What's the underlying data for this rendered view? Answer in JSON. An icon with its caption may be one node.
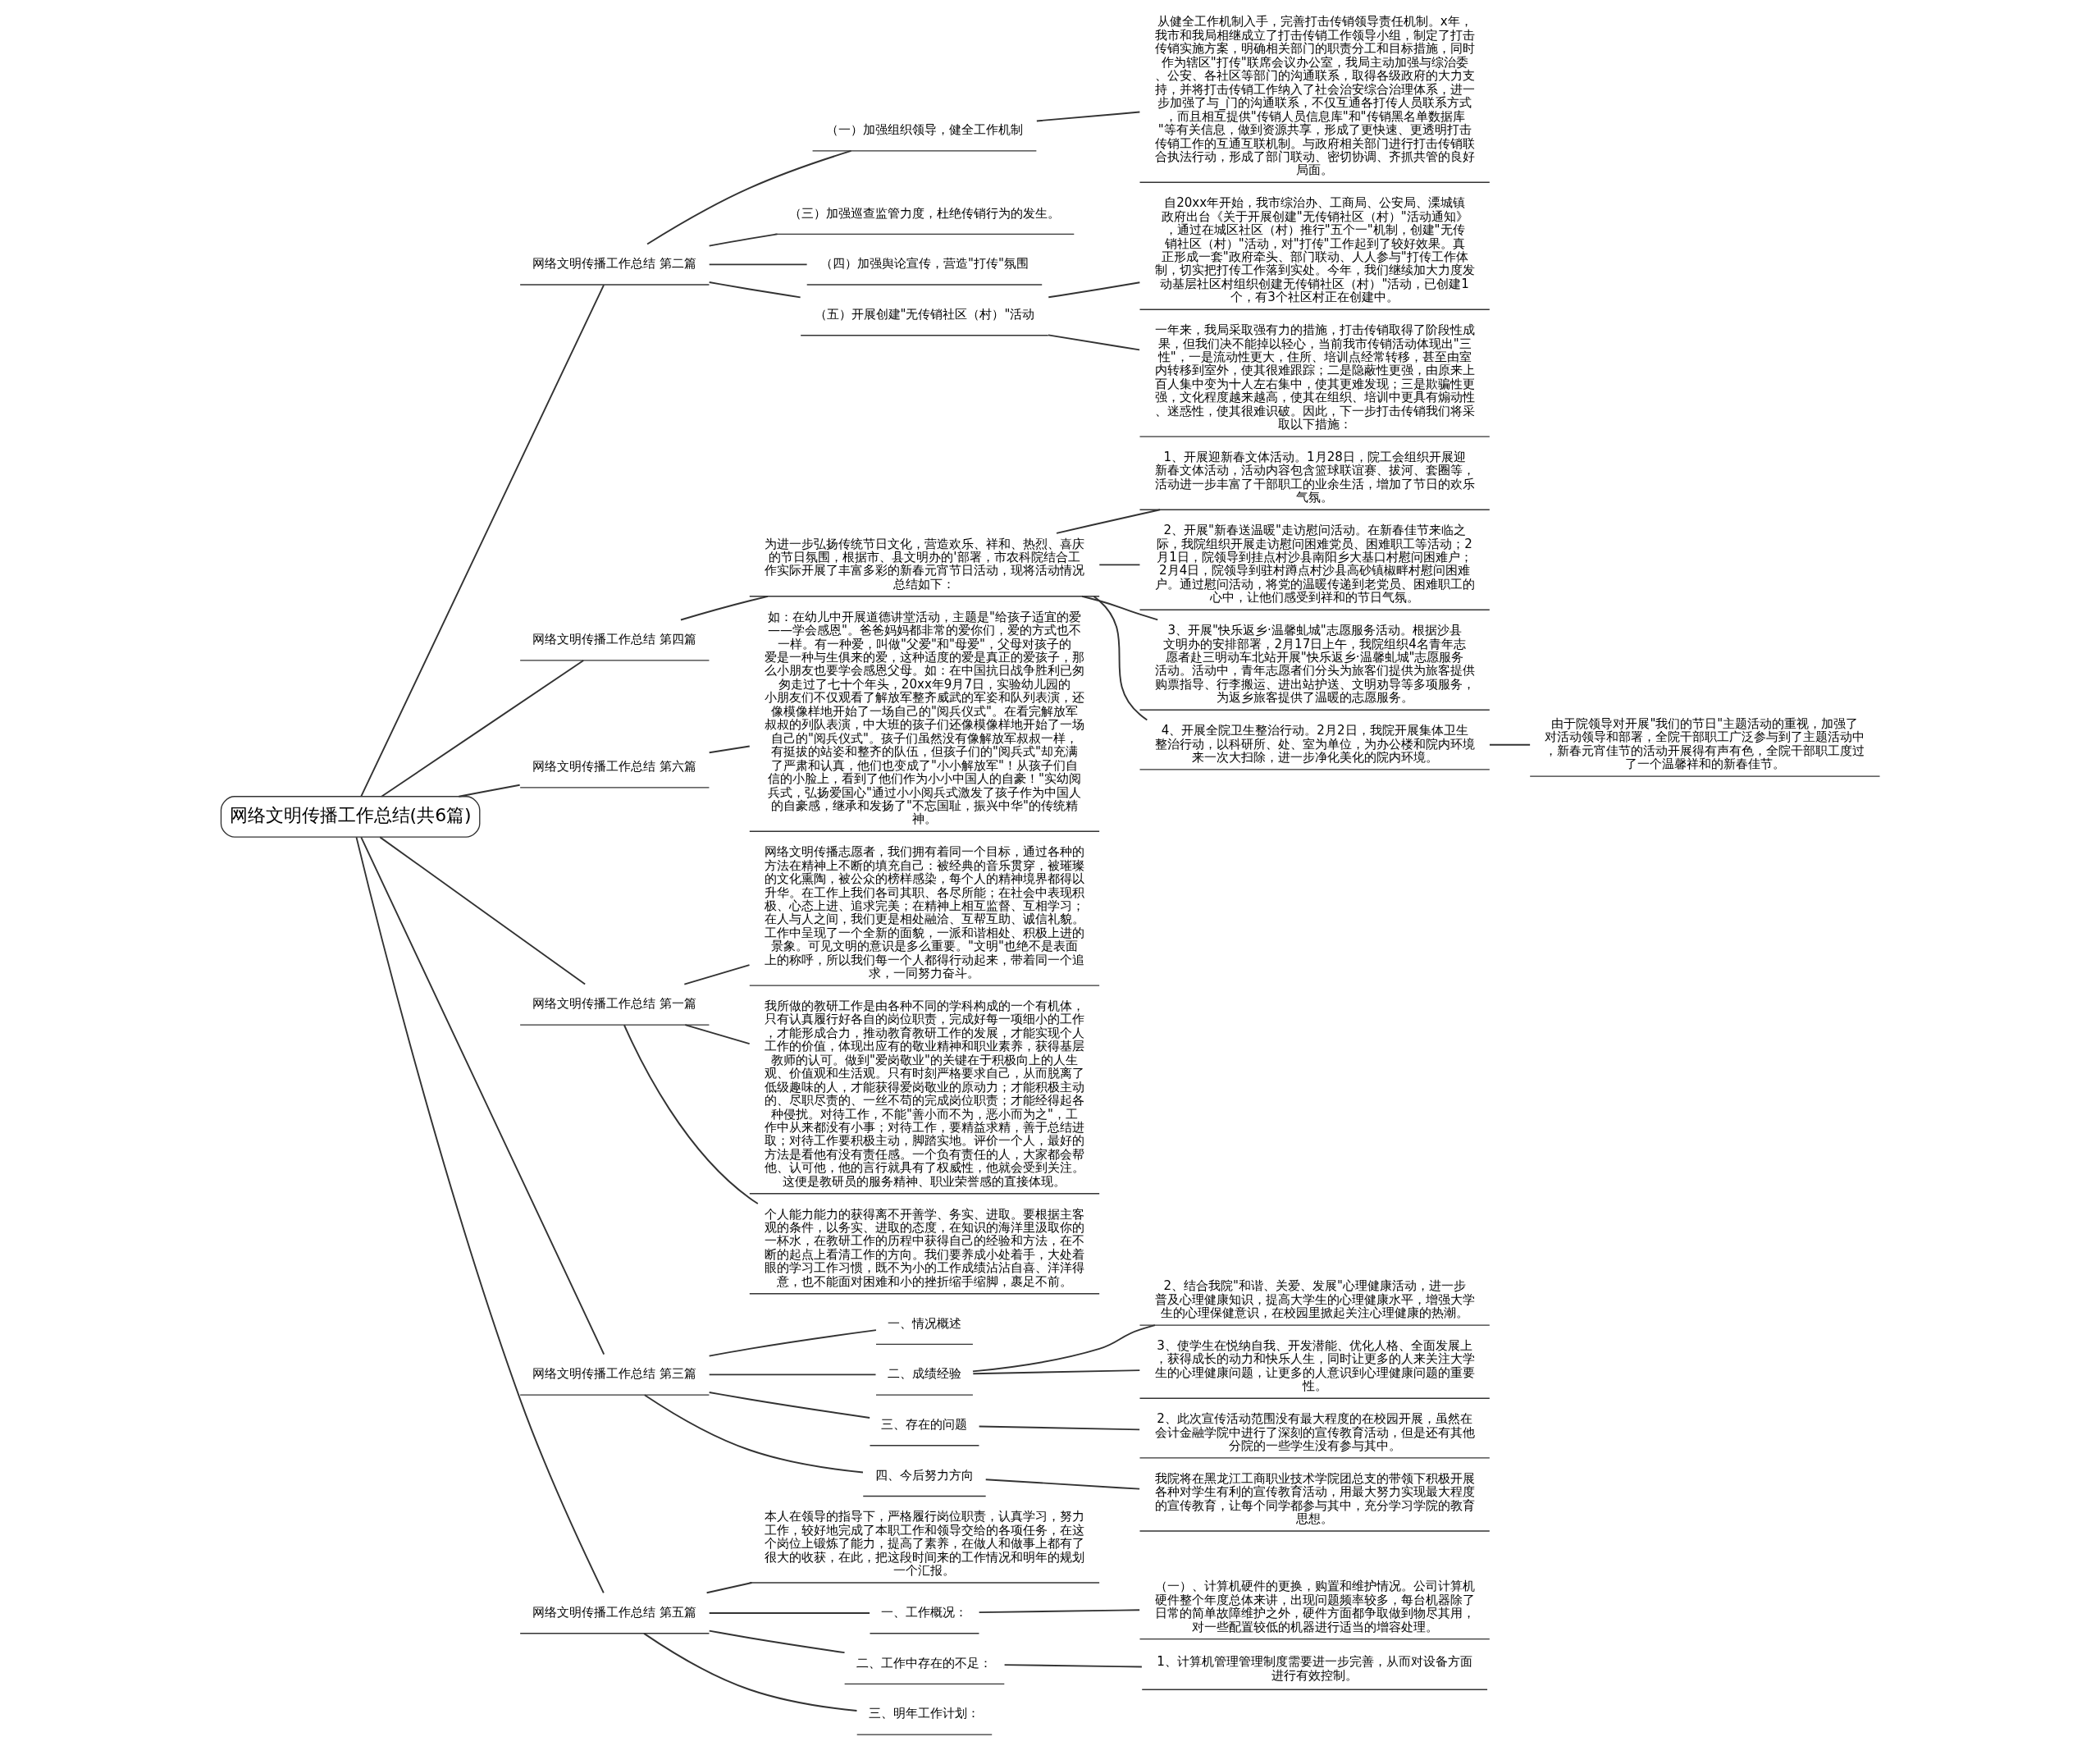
{
  "diagram": {
    "nodes": [
      {
        "text": [
          "网络文明传播工作总结(共6篇)"
        ]
      },
      {
        "text": [
          "网络文明传播工作总结 第二篇"
        ]
      },
      {
        "text": [
          "（一）加强组织领导，健全工作机制"
        ]
      },
      {
        "text": [
          "从健全工作机制入手，完善打击传销领导责任机制。x年，我市和我局相继成立了打击传销工作领导小组，制定了打击传销实施方案，明确相关部门的职责分工和目标措施，同时作为辖区\"打传\"联席会议办公室，我局主动加强与综治委、公安、各社区等部门的沟通联系，取得各级政府的大力支持，并将打击传销工作纳入了社会治安综合治理体系，进一步加强了与_门的沟通联系，不仅互通各打传人员联系方式，而且相互提供\"传销人员信息库\"和\"传销黑名单数据库\"等有关信息，做到资源共享，形成了更快速、更透明打击传销工作的互通互联机制。与政府相关部门进行打击传销联合执法行动，形成了部门联动、密切协调、齐抓共管的良好局面。"
        ]
      },
      {
        "text": [
          "（三）加强巡查监管力度，杜绝传销行为的发生。"
        ]
      },
      {
        "text": [
          "（四）加强舆论宣传，营造\"打传\"氛围"
        ]
      },
      {
        "text": [
          "（五）开展创建\"无传销社区（村）\"活动"
        ]
      },
      {
        "text": [
          "自20xx年开始，我市综治办、工商局、公安局、溧城镇政府出台《关于开展创建\"无传销社区（村）\"活动通知》，通过在城区社区（村）推行\"五个一\"机制，创建\"无传销社区（村）\"活动，对\"打传\"工作起到了较好效果。真正形成一套\"政府牵头、部门联动、人人参与\"打传工作体制，切实把打传工作落到实处。今年，我们继续加大力度发动基层社区村组织创建无传销社区（村）\"活动，已创建1个，有3个社区村正在创建中。"
        ]
      },
      {
        "text": [
          "一年来，我局采取强有力的措施，打击传销取得了阶段性成果，但我们决不能掉以轻心，当前我市传销活动体现出\"三性\"，一是流动性更大，住所、培训点经常转移，甚至由室内转移到室外，使其很难跟踪；二是隐蔽性更强，由原来上百人集中变为十人左右集中，使其更难发现；三是欺骗性更强，文化程度越来越高，使其在组织、培训中更具有煽动性、迷惑性，使其很难识破。因此，下一步打击传销我们将采取以下措施："
        ]
      },
      {
        "text": [
          "网络文明传播工作总结 第四篇"
        ]
      },
      {
        "text": [
          "为进一步弘扬传统节日文化，营造欢乐、祥和、热烈、喜庆的节日氛围，根据市、县文明办的'部署，市农科院结合工作实际开展了丰富多彩的新春元宵节日活动，现将活动情况总结如下："
        ]
      },
      {
        "text": [
          "1、开展迎新春文体活动。1月28日，院工会组织开展迎新春文体活动，活动内容包含篮球联谊赛、拔河、套圈等，活动进一步丰富了干部职工的业余生活，增加了节日的欢乐气氛。"
        ]
      },
      {
        "text": [
          "2、开展\"新春送温暖\"走访慰问活动。在新春佳节来临之际，我院组织开展走访慰问困难党员、困难职工等活动；2月1日，院领导到挂点村沙县南阳乡大基口村慰问困难户；2月4日，院领导到驻村蹲点村沙县高砂镇椒畔村慰问困难户。通过慰问活动，将党的温暖传递到老党员、困难职工的心中，让他们感受到祥和的节日气氛。"
        ]
      },
      {
        "text": [
          "3、开展\"快乐返乡·温馨虬城\"志愿服务活动。根据沙县文明办的安排部署，2月17日上午，我院组织4名青年志愿者赴三明动车北站开展\"快乐返乡·温馨虬城\"志愿服务活动。活动中，青年志愿者们分头为旅客们提供为旅客提供购票指导、行李搬运、进出站护送、文明劝导等多项服务，为返乡旅客提供了温暖的志愿服务。"
        ]
      },
      {
        "text": [
          "4、开展全院卫生整治行动。2月2日，我院开展集体卫生整治行动，以科研所、处、室为单位，为办公楼和院内环境来一次大扫除，进一步净化美化的院内环境。"
        ]
      },
      {
        "text": [
          "由于院领导对开展\"我们的节日\"主题活动的重视，加强了对活动领导和部署，全院干部职工广泛参与到了主题活动中，新春元宵佳节的活动开展得有声有色，全院干部职工度过了一个温馨祥和的新春佳节。"
        ]
      },
      {
        "text": [
          "网络文明传播工作总结 第六篇"
        ]
      },
      {
        "text": [
          "如：在幼儿中开展道德讲堂活动，主题是\"给孩子适宜的爱——学会感恩\"。爸爸妈妈都非常的爱你们，爱的方式也不一样。有一种爱，叫做\"父爱\"和\"母爱\"，父母对孩子的爱是一种与生俱来的爱，这种适度的爱是真正的爱孩子，那么小朋友也要学会感恩父母。如：在中国抗日战争胜利已匆匆走过了七十个年头，20xx年9月7日，实验幼儿园的小朋友们不仅观看了解放军整齐威武的军姿和队列表演，还像模像样地开始了一场自己的\"阅兵仪式\"。在看完解放军叔叔的列队表演，中大班的孩子们还像模像样地开始了一场自己的\"阅兵仪式\"。孩子们虽然没有像解放军叔叔一样，有挺拔的站姿和整齐的队伍，但孩子们的\"阅兵式\"却充满了严肃和认真，他们也变成了\"小小解放军\"！从孩子们自信的小脸上，看到了他们作为小小中国人的自豪！\"实幼阅兵式，弘扬爱国心\"通过小小阅兵式激发了孩子作为中国人的自豪感，继承和发扬了\"不忘国耻，振兴中华\"的传统精神。"
        ]
      },
      {
        "text": [
          "网络文明传播工作总结 第一篇"
        ]
      },
      {
        "text": [
          "网络文明传播志愿者，我们拥有着同一个目标，通过各种的方法在精神上不断的填充自己：被经典的音乐贯穿，被璀璨的文化熏陶，被公众的榜样感染，每个人的精神境界都得以升华。在工作上我们各司其职、各尽所能；在社会中表现积极、心态上进、追求完美；在精神上相互监督、互相学习；在人与人之间，我们更是相处融洽、互帮互助、诚信礼貌。工作中呈现了一个全新的面貌，一派和谐相处、积极上进的景象。可见文明的意识是多么重要。\"文明\"也绝不是表面上的称呼，所以我们每一个人都得行动起来，带着同一个追求，一同努力奋斗。"
        ]
      },
      {
        "text": [
          "我所做的教研工作是由各种不同的学科构成的一个有机体，只有认真履行好各自的岗位职责，完成好每一项细小的工作，才能形成合力，推动教育教研工作的发展，才能实现个人工作的价值，体现出应有的敬业精神和职业素养，获得基层教师的认可。做到\"爱岗敬业\"的关键在于积极向上的人生观、价值观和生活观。只有时刻严格要求自己，从而脱离了低级趣味的人，才能获得爱岗敬业的原动力；才能积极主动的、尽职尽责的、一丝不苟的完成岗位职责；才能经得起各种侵扰。对待工作，不能\"善小而不为，恶小而为之\"，工作中从来都没有小事；对待工作，要精益求精，善于总结进取；对待工作要积极主动，脚踏实地。评价一个人，最好的方法是看他有没有责任感。一个负有责任的人，大家都会帮他、认可他，他的言行就具有了权威性，他就会受到关注。这便是教研员的服务精神、职业荣誉感的直接体现。"
        ]
      },
      {
        "text": [
          "个人能力能力的获得离不开善学、务实、进取。要根据主客观的条件，以务实、进取的态度，在知识的海洋里汲取你的一杯水，在教研工作的历程中获得自己的经验和方法，在不断的起点上看清工作的方向。我们要养成小处着手，大处着眼的学习工作习惯，既不为小的工作成绩沾沾自喜、洋洋得意，也不能面对困难和小的挫折缩手缩脚，裹足不前。"
        ]
      },
      {
        "text": [
          "网络文明传播工作总结 第三篇"
        ]
      },
      {
        "text": [
          "一、情况概述"
        ]
      },
      {
        "text": [
          "二、成绩经验"
        ]
      },
      {
        "text": [
          "2、结合我院\"和谐、关爱、发展\"心理健康活动，进一步普及心理健康知识，提高大学生的心理健康水平，增强大学生的心理保健意识，在校园里掀起关注心理健康的热潮。"
        ]
      },
      {
        "text": [
          "3、使学生在悦纳自我、开发潜能、优化人格、全面发展上，获得成长的动力和快乐人生，同时让更多的人来关注大学生的心理健康问题，让更多的人意识到心理健康问题的重要性。"
        ]
      },
      {
        "text": [
          "三、存在的问题"
        ]
      },
      {
        "text": [
          "2、此次宣传活动范围没有最大程度的在校园开展，虽然在会计金融学院中进行了深刻的宣传教育活动，但是还有其他分院的一些学生没有参与其中。"
        ]
      },
      {
        "text": [
          "四、今后努力方向"
        ]
      },
      {
        "text": [
          "我院将在黑龙江工商职业技术学院团总支的带领下积极开展各种对学生有利的宣传教育活动，用最大努力实现最大程度的宣传教育，让每个同学都参与其中，充分学习学院的教育思想。"
        ]
      },
      {
        "text": [
          "网络文明传播工作总结 第五篇"
        ]
      },
      {
        "text": [
          "本人在领导的指导下，严格履行岗位职责，认真学习，努力工作，较好地完成了本职工作和领导交给的各项任务，在这个岗位上锻炼了能力，提高了素养，在做人和做事上都有了很大的收获，在此，把这段时间来的工作情况和明年的规划一个汇报。"
        ]
      },
      {
        "text": [
          "一、工作概况："
        ]
      },
      {
        "text": [
          "（一）、计算机硬件的更换，购置和维护情况。公司计算机硬件整个年度总体来讲，出现问题频率较多，每台机器除了日常的简单故障维护之外，硬件方面都争取做到物尽其用，对一些配置较低的机器进行适当的增容处理。"
        ]
      },
      {
        "text": [
          "二、工作中存在的不足："
        ]
      },
      {
        "text": [
          "1、计算机管理管理制度需要进一步完善，从而对设备方面进行有效控制。"
        ]
      },
      {
        "text": [
          "三、明年工作计划："
        ]
      }
    ],
    "edges": [
      {
        "from": 0,
        "to": 1,
        "arrow": "none"
      },
      {
        "from": 1,
        "to": 2,
        "arrow": "none"
      },
      {
        "from": 2,
        "to": 3,
        "arrow": "none"
      },
      {
        "from": 1,
        "to": 4,
        "arrow": "none"
      },
      {
        "from": 1,
        "to": 5,
        "arrow": "none"
      },
      {
        "from": 1,
        "to": 6,
        "arrow": "none"
      },
      {
        "from": 6,
        "to": 7,
        "arrow": "none"
      },
      {
        "from": 6,
        "to": 8,
        "arrow": "none"
      },
      {
        "from": 0,
        "to": 9,
        "arrow": "none"
      },
      {
        "from": 9,
        "to": 10,
        "arrow": "none"
      },
      {
        "from": 10,
        "to": 11,
        "arrow": "none"
      },
      {
        "from": 10,
        "to": 12,
        "arrow": "none"
      },
      {
        "from": 10,
        "to": 13,
        "arrow": "none"
      },
      {
        "from": 10,
        "to": 14,
        "arrow": "none"
      },
      {
        "from": 14,
        "to": 15,
        "arrow": "none"
      },
      {
        "from": 0,
        "to": 16,
        "arrow": "none"
      },
      {
        "from": 16,
        "to": 17,
        "arrow": "none"
      },
      {
        "from": 0,
        "to": 18,
        "arrow": "none"
      },
      {
        "from": 18,
        "to": 19,
        "arrow": "none"
      },
      {
        "from": 18,
        "to": 20,
        "arrow": "none"
      },
      {
        "from": 18,
        "to": 21,
        "arrow": "none"
      },
      {
        "from": 0,
        "to": 22,
        "arrow": "none"
      },
      {
        "from": 22,
        "to": 23,
        "arrow": "none"
      },
      {
        "from": 22,
        "to": 24,
        "arrow": "none"
      },
      {
        "from": 24,
        "to": 25,
        "arrow": "none"
      },
      {
        "from": 24,
        "to": 26,
        "arrow": "none"
      },
      {
        "from": 22,
        "to": 27,
        "arrow": "none"
      },
      {
        "from": 27,
        "to": 28,
        "arrow": "none"
      },
      {
        "from": 22,
        "to": 29,
        "arrow": "none"
      },
      {
        "from": 29,
        "to": 30,
        "arrow": "none"
      },
      {
        "from": 0,
        "to": 31,
        "arrow": "none"
      },
      {
        "from": 31,
        "to": 32,
        "arrow": "none"
      },
      {
        "from": 31,
        "to": 33,
        "arrow": "none"
      },
      {
        "from": 33,
        "to": 34,
        "arrow": "none"
      },
      {
        "from": 31,
        "to": 35,
        "arrow": "none"
      },
      {
        "from": 35,
        "to": 36,
        "arrow": "none"
      },
      {
        "from": 31,
        "to": 37,
        "arrow": "none"
      }
    ]
  }
}
